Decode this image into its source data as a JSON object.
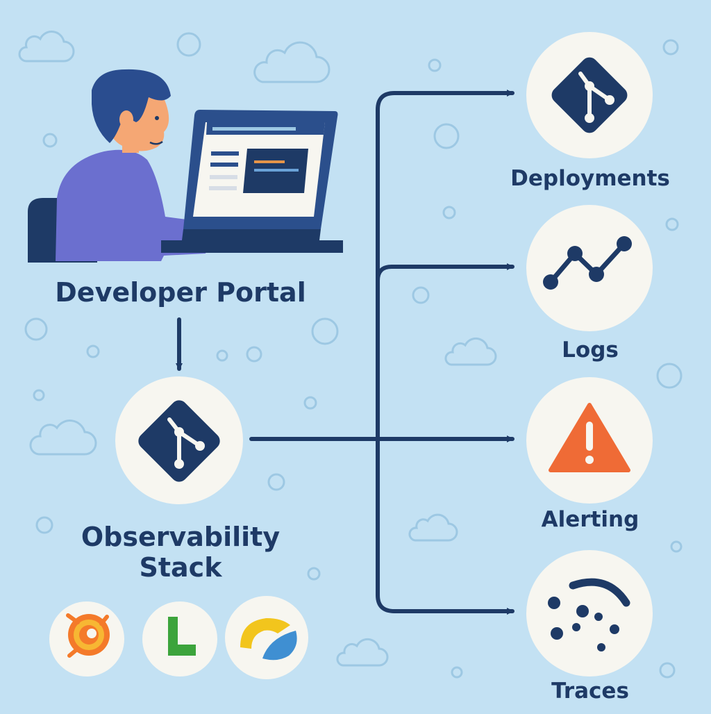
{
  "diagram": {
    "source": {
      "label": "Developer Portal"
    },
    "hub": {
      "label_line1": "Observability",
      "label_line2": "Stack",
      "icon": "git-diamond-icon"
    },
    "tools": [
      {
        "icon": "grafana-logo-icon"
      },
      {
        "icon": "loki-logo-icon"
      },
      {
        "icon": "elastic-logo-icon"
      }
    ],
    "targets": [
      {
        "label": "Deployments",
        "icon": "git-diamond-icon"
      },
      {
        "label": "Logs",
        "icon": "line-chart-icon"
      },
      {
        "label": "Alerting",
        "icon": "warning-triangle-icon"
      },
      {
        "label": "Traces",
        "icon": "traces-gauge-icon"
      }
    ]
  },
  "colors": {
    "background": "#c3e1f3",
    "navy": "#1e3a66",
    "node_fill": "#f7f6f0",
    "alert": "#ef6b36",
    "shirt": "#6b6fcf",
    "skin": "#f5a774",
    "laptop": "#2b4f8c"
  }
}
